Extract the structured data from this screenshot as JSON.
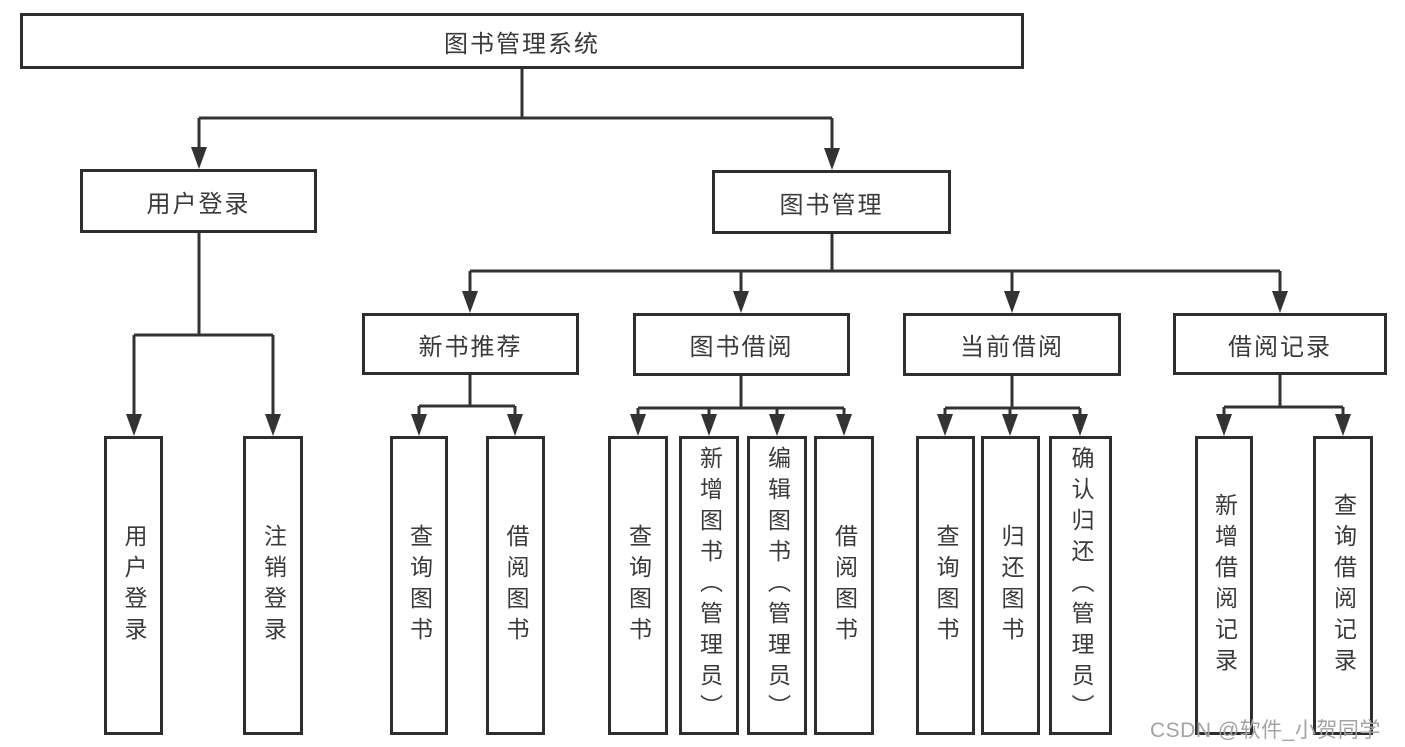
{
  "colors": {
    "background": "#ffffff",
    "box_border": "#2e2e2e",
    "connector_line": "#333333",
    "text": "#3a3a3a",
    "watermark": "#a3a3a3"
  },
  "watermark": {
    "text": "CSDN @软件_小贺同学"
  },
  "nodes": {
    "root": {
      "label": "图书管理系统"
    },
    "user_login": {
      "label": "用户登录"
    },
    "book_management": {
      "label": "图书管理"
    },
    "new_book_recommend": {
      "label": "新书推荐"
    },
    "book_borrow": {
      "label": "图书借阅"
    },
    "current_borrow": {
      "label": "当前借阅"
    },
    "borrow_records": {
      "label": "借阅记录"
    },
    "leaf_user_login": {
      "label": "用户登录"
    },
    "leaf_logout": {
      "label": "注销登录"
    },
    "leaf_nbr_query_books": {
      "label": "查询图书"
    },
    "leaf_nbr_borrow_books": {
      "label": "借阅图书"
    },
    "leaf_bb_query_books": {
      "label": "查询图书"
    },
    "leaf_bb_add_books": {
      "label": "新增图书（管理员）"
    },
    "leaf_bb_edit_books": {
      "label": "编辑图书（管理员）"
    },
    "leaf_bb_borrow_books": {
      "label": "借阅图书"
    },
    "leaf_cb_query_books": {
      "label": "查询图书"
    },
    "leaf_cb_return_books": {
      "label": "归还图书"
    },
    "leaf_cb_confirm_return": {
      "label": "确认归还（管理员）"
    },
    "leaf_br_add_record": {
      "label": "新增借阅记录"
    },
    "leaf_br_query_record": {
      "label": "查询借阅记录"
    }
  }
}
